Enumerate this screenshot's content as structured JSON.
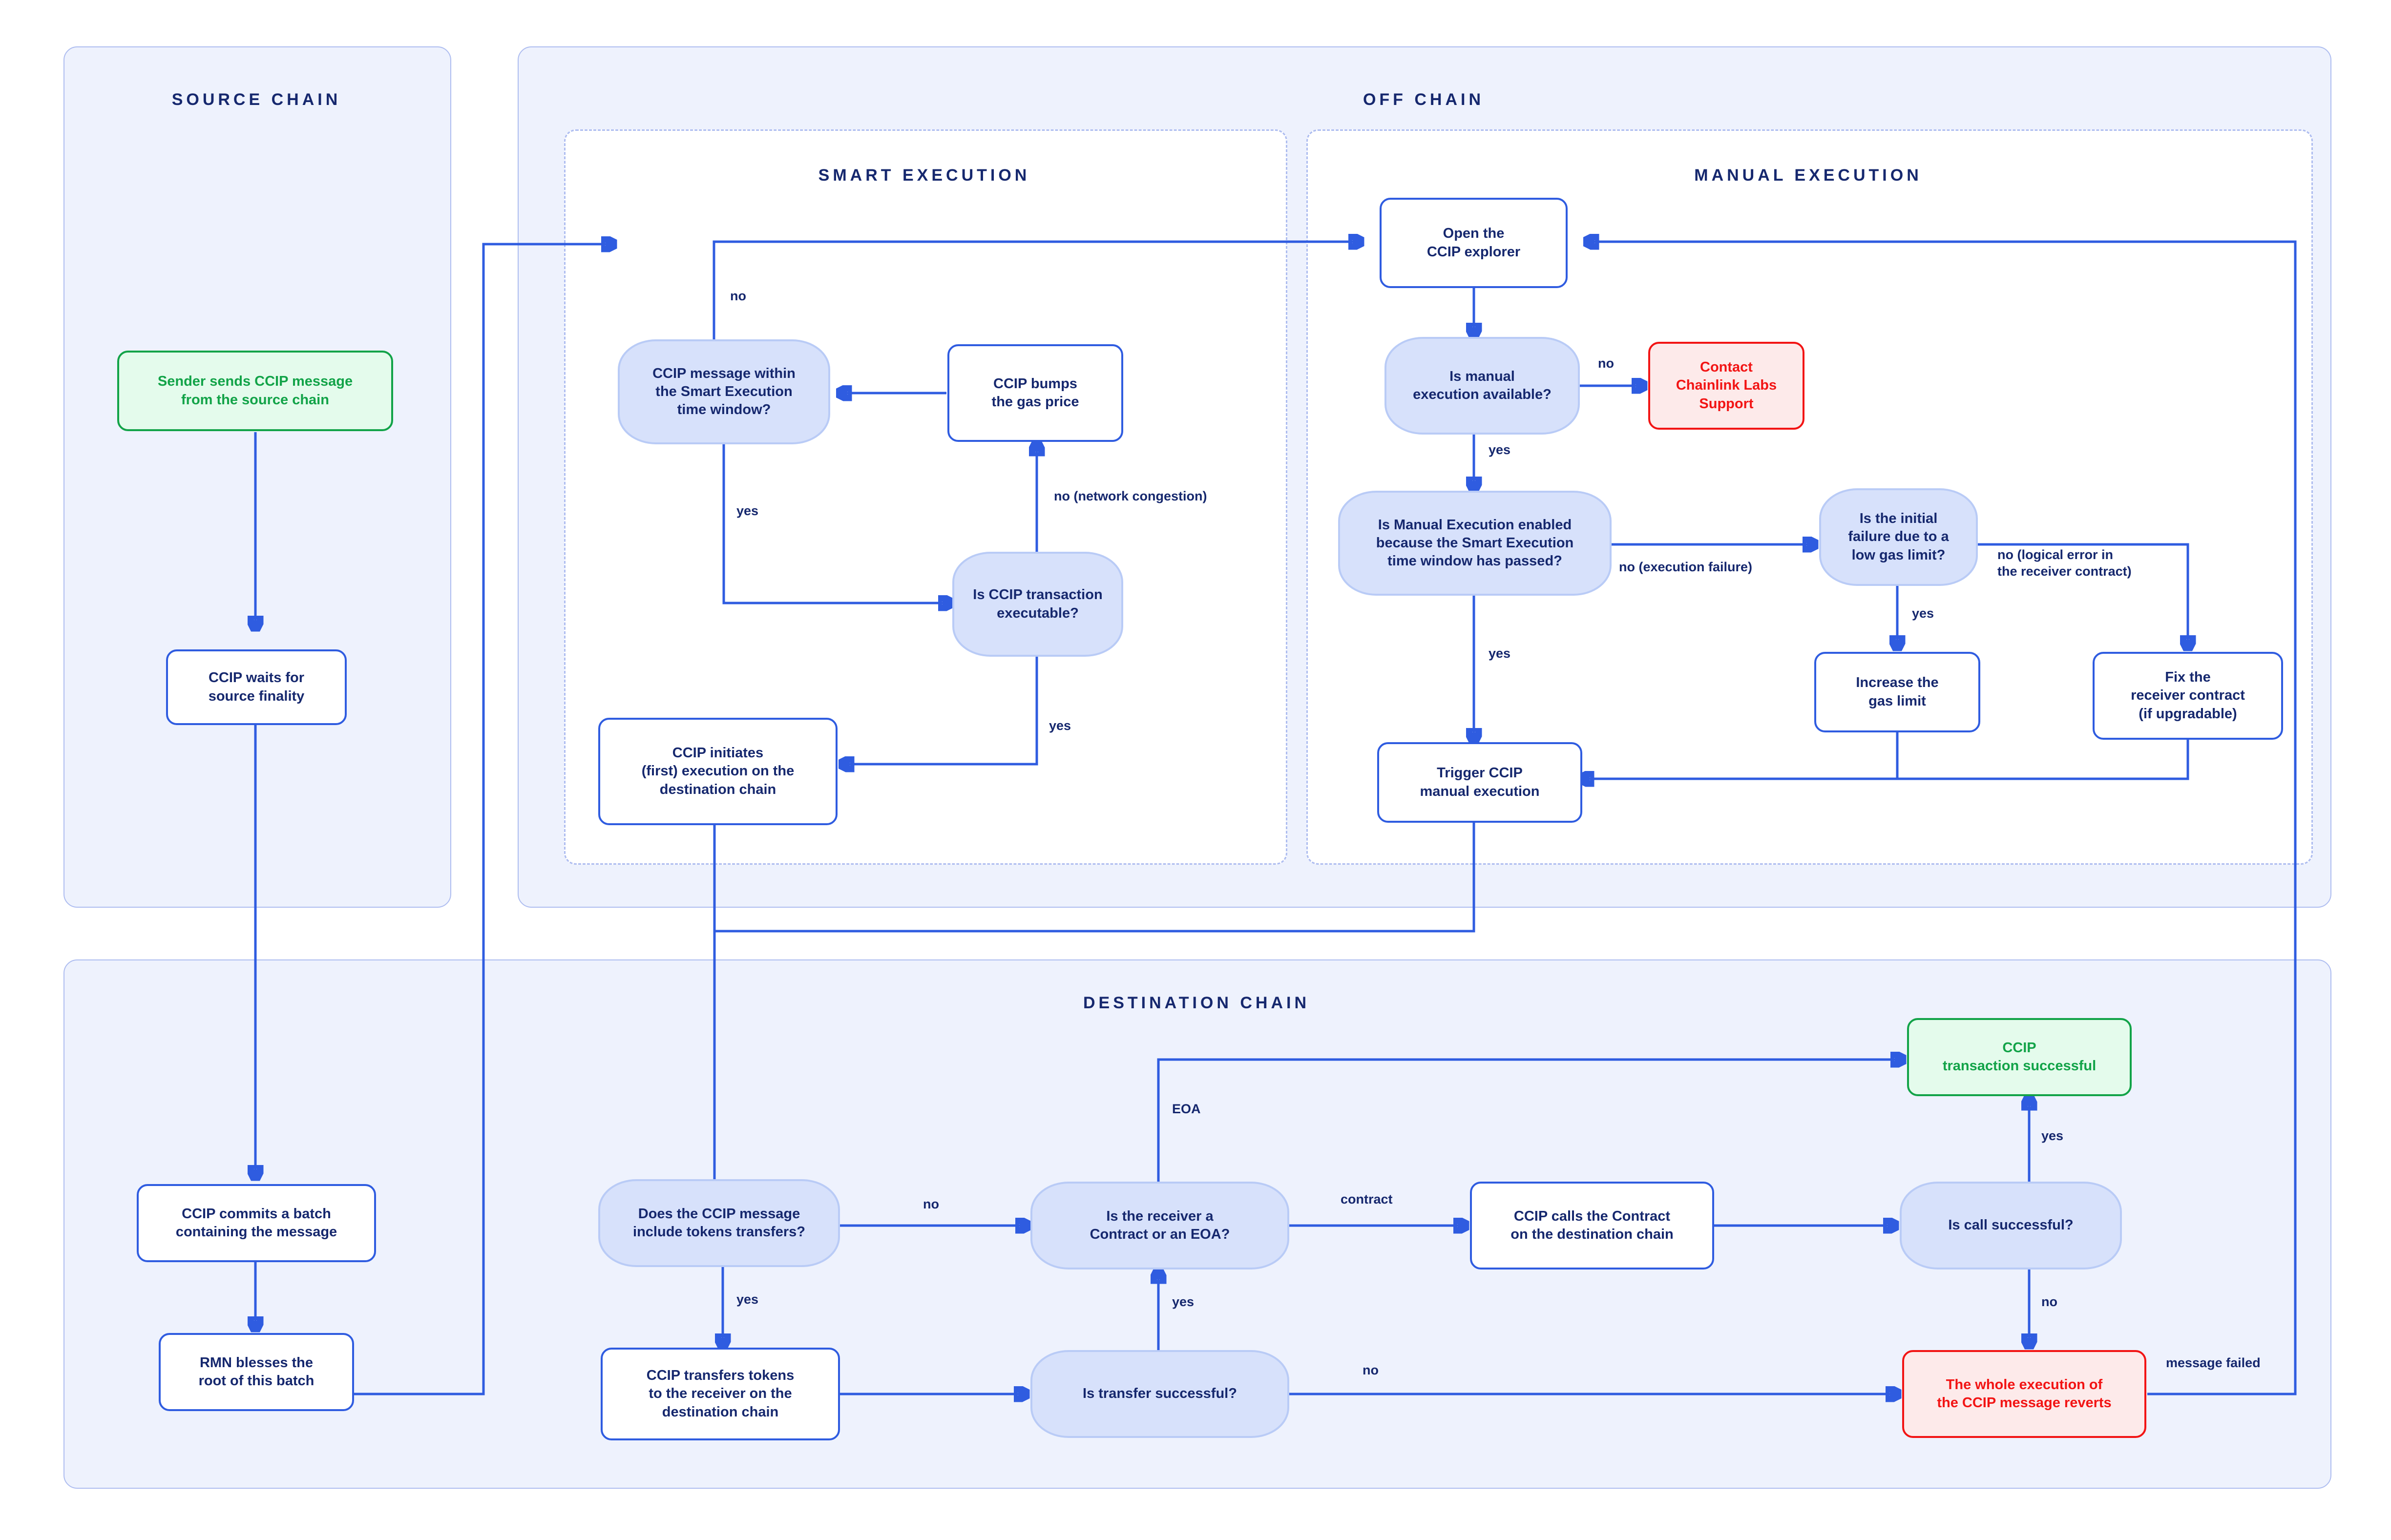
{
  "lanes": [
    {
      "id": "source",
      "title": "SOURCE CHAIN"
    },
    {
      "id": "offchain",
      "title": "OFF CHAIN"
    },
    {
      "id": "destination",
      "title": "DESTINATION CHAIN"
    }
  ],
  "subzones": [
    {
      "id": "smart",
      "title": "SMART EXECUTION"
    },
    {
      "id": "manual",
      "title": "MANUAL EXECUTION"
    }
  ],
  "nodes": {
    "sender_sends": "Sender sends CCIP message\nfrom the source chain",
    "waits_finality": "CCIP waits for\nsource finality",
    "commits_batch": "CCIP commits a batch\ncontaining the message",
    "rmn_blesses": "RMN blesses the\nroot of this batch",
    "within_window": "CCIP message within\nthe Smart Execution\ntime window?",
    "bumps_gas": "CCIP bumps\nthe gas price",
    "tx_executable": "Is CCIP transaction\nexecutable?",
    "initiates_exec": "CCIP initiates\n(first) execution on the\ndestination chain",
    "open_explorer": "Open the\nCCIP explorer",
    "manual_available": "Is manual\nexecution available?",
    "contact_support": "Contact\nChainlink Labs\nSupport",
    "manual_enabled": "Is Manual Execution enabled\nbecause the Smart Execution\ntime window has passed?",
    "initial_failure": "Is the initial\nfailure due to a\nlow gas limit?",
    "increase_gas": "Increase the\ngas limit",
    "fix_receiver": "Fix the\nreceiver contract\n(if upgradable)",
    "trigger_manual": "Trigger CCIP\nmanual execution",
    "include_tokens": "Does the CCIP message\ninclude tokens transfers?",
    "transfers_tokens": "CCIP transfers tokens\nto the receiver on the\ndestination chain",
    "transfer_success": "Is transfer successful?",
    "receiver_kind": "Is the receiver a\nContract or an EOA?",
    "calls_contract": "CCIP calls the Contract\non the destination chain",
    "call_success": "Is call successful?",
    "tx_successful": "CCIP\ntransaction successful",
    "reverts": "The whole execution of\nthe CCIP message reverts"
  },
  "edge_labels": {
    "smart_no": "no",
    "smart_yes": "yes",
    "congestion_no": "no (network congestion)",
    "exec_yes": "yes",
    "manual_no": "no",
    "manual_yes": "yes",
    "window_passed_yes": "yes",
    "exec_failure_no": "no (execution failure)",
    "gas_yes": "yes",
    "logical_error_no": "no (logical error in\nthe receiver contract)",
    "tokens_no": "no",
    "tokens_yes": "yes",
    "transfer_yes": "yes",
    "transfer_no": "no",
    "eoa": "EOA",
    "contract": "contract",
    "call_yes": "yes",
    "call_no": "no",
    "message_failed": "message failed"
  },
  "colors": {
    "lane_bg": "#eef2fd",
    "lane_border": "#aebdf0",
    "edge": "#2f5ce0",
    "text": "#16286e",
    "decision_bg": "#d7e1fb",
    "success": "#12a348",
    "error": "#f21414"
  }
}
